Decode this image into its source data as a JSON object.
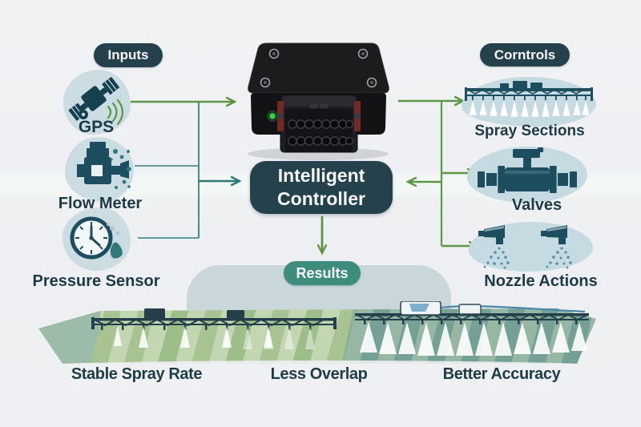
{
  "colors": {
    "background": "#eef0f2",
    "dark_pill": "#25414c",
    "results_pill": "#3e8c7d",
    "label_text": "#1d3b46",
    "arrow_green": "#5d9645",
    "arrow_teal": "#2f7a78",
    "icon_dark": "#1d4e60",
    "icon_blob": "#cbdce3",
    "results_panel": "#c9d6da",
    "led_green": "#35d24a"
  },
  "inputs": {
    "title": "Inputs",
    "items": [
      {
        "label": "GPS",
        "icon": "gps-satellite-icon"
      },
      {
        "label": "Flow Meter",
        "icon": "flow-meter-icon"
      },
      {
        "label": "Pressure Sensor",
        "icon": "pressure-sensor-icon"
      }
    ]
  },
  "controller": {
    "label": "Intelligent Controller",
    "device": "controller-photo"
  },
  "controls": {
    "title": "Corntrols",
    "items": [
      {
        "label": "Spray Sections",
        "icon": "spray-boom-icon"
      },
      {
        "label": "Valves",
        "icon": "valve-icon"
      },
      {
        "label": "Nozzle Actions",
        "icon": "nozzle-spray-icon"
      }
    ]
  },
  "results": {
    "title": "Results",
    "items": [
      {
        "label": "Stable Spray Rate"
      },
      {
        "label": "Less Overlap"
      },
      {
        "label": "Better Accuracy"
      }
    ]
  }
}
